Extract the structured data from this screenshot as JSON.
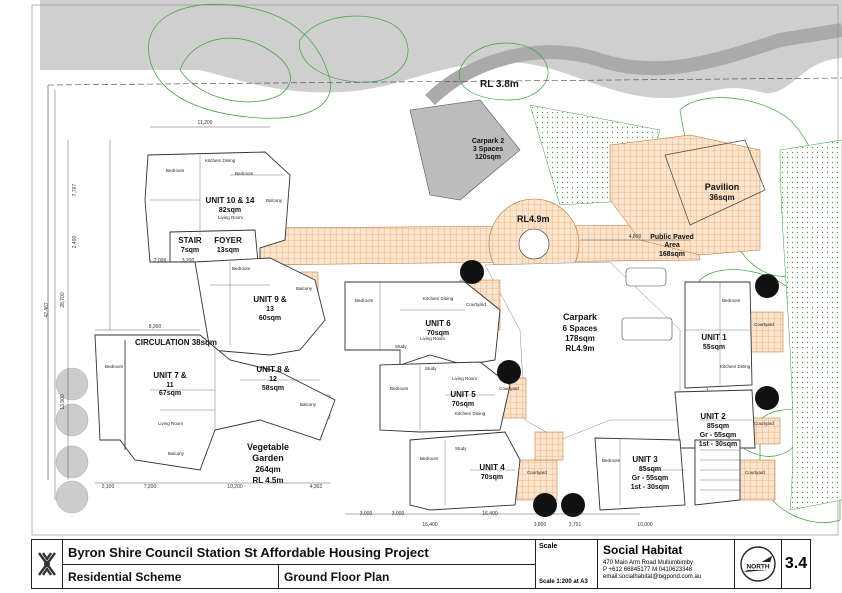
{
  "drawing": {
    "rl_top": "RL 3.8m",
    "carpark2": {
      "title": "Carpark 2",
      "spaces": "3 Spaces",
      "area": "120sqm"
    },
    "rl_circle": "RL4.9m",
    "pavilion": {
      "title": "Pavilion",
      "area": "36sqm"
    },
    "paved": {
      "title": "Public Paved",
      "title2": "Area",
      "area": "168sqm"
    },
    "carpark": {
      "title": "Carpark",
      "spaces": "6 Spaces",
      "area": "178sqm",
      "rl": "RL4.9m"
    },
    "unit10": {
      "title": "UNIT 10 & 14",
      "area": "82sqm"
    },
    "stair": {
      "title": "STAIR",
      "area": "7sqm"
    },
    "foyer": {
      "title": "FOYER",
      "area": "13sqm"
    },
    "unit9": {
      "title": "UNIT 9 &",
      "title2": "13",
      "area": "60sqm"
    },
    "circulation": "CIRCULATION 38sqm",
    "unit7": {
      "title": "UNIT 7 &",
      "title2": "11",
      "area": "67sqm"
    },
    "unit8": {
      "title": "UNIT 8 &",
      "title2": "12",
      "area": "58sqm"
    },
    "unit6": {
      "title": "UNIT 6",
      "area": "70sqm"
    },
    "unit5": {
      "title": "UNIT 5",
      "area": "70sqm"
    },
    "unit4": {
      "title": "UNIT 4",
      "area": "70sqm"
    },
    "unit1": {
      "title": "UNIT 1",
      "area": "55sqm"
    },
    "unit2": {
      "title": "UNIT 2",
      "area": "85sqm",
      "gr": "Gr - 55sqm",
      "first": "1st - 30sqm"
    },
    "unit3": {
      "title": "UNIT 3",
      "area": "85sqm",
      "gr": "Gr - 55sqm",
      "first": "1st - 30sqm"
    },
    "garden": {
      "title": "Vegetable",
      "title2": "Garden",
      "area": "264qm",
      "rl": "RL 4.5m"
    },
    "courtyard": "Courtyard",
    "bedroom": "Bedroom",
    "living": "Living Room",
    "kitchen": "Kitchen/ Dining",
    "balcony": "Balcony",
    "study": "Study",
    "dims": {
      "top_width": "11,200",
      "d_8300": "8,300",
      "d_2096": "2,096",
      "d_3200": "3,200",
      "d_2100": "2,100",
      "d_7200": "7,200",
      "d_10200": "10,200",
      "d_4302": "4,302",
      "d_16400a": "16,400",
      "d_16400b": "16,400",
      "d_3000a": "3,000",
      "d_3000b": "3,000",
      "d_3800": "3,800",
      "d_3701": "3,701",
      "d_10000": "10,000",
      "d_4800": "4,800",
      "d_42467": "42,467",
      "d_28700": "28,700",
      "d_7767": "7,767",
      "d_2400": "2,400",
      "d_13900": "13,900"
    }
  },
  "titleblock": {
    "project": "Byron Shire Council Station St Affordable Housing Project",
    "scheme": "Residential Scheme",
    "plan": "Ground Floor Plan",
    "scale_caption": "Scale",
    "scale_value": "Scale 1:200 at A3",
    "firm": "Social Habitat",
    "address": "470 Main Arm Road Mullumbimby",
    "phone": "P +612 66845177 M 0410623348",
    "email": "email:socialhabitat@bigpond.com.au",
    "north": "NORTH",
    "sheet": "3.4"
  }
}
